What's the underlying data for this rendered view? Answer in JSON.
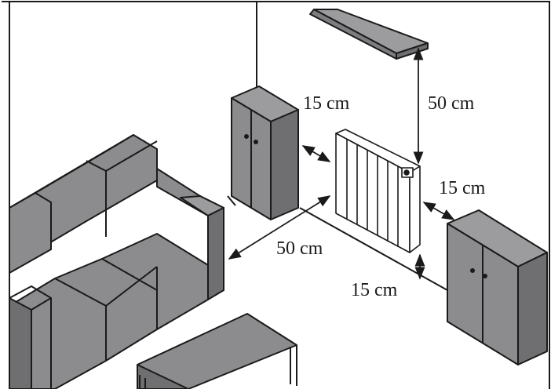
{
  "colors": {
    "furniture": "#8c8c8e",
    "furniture_dark": "#6f6f71",
    "furniture_light": "#9c9c9e",
    "outline": "#1a1a1a",
    "radiator": "#ffffff",
    "background": "#ffffff"
  },
  "labels": {
    "left_cabinet_gap": "15 cm",
    "shelf_gap": "50 cm",
    "right_cabinet_gap": "15 cm",
    "sofa_gap": "50 cm",
    "floor_gap": "15 cm"
  }
}
